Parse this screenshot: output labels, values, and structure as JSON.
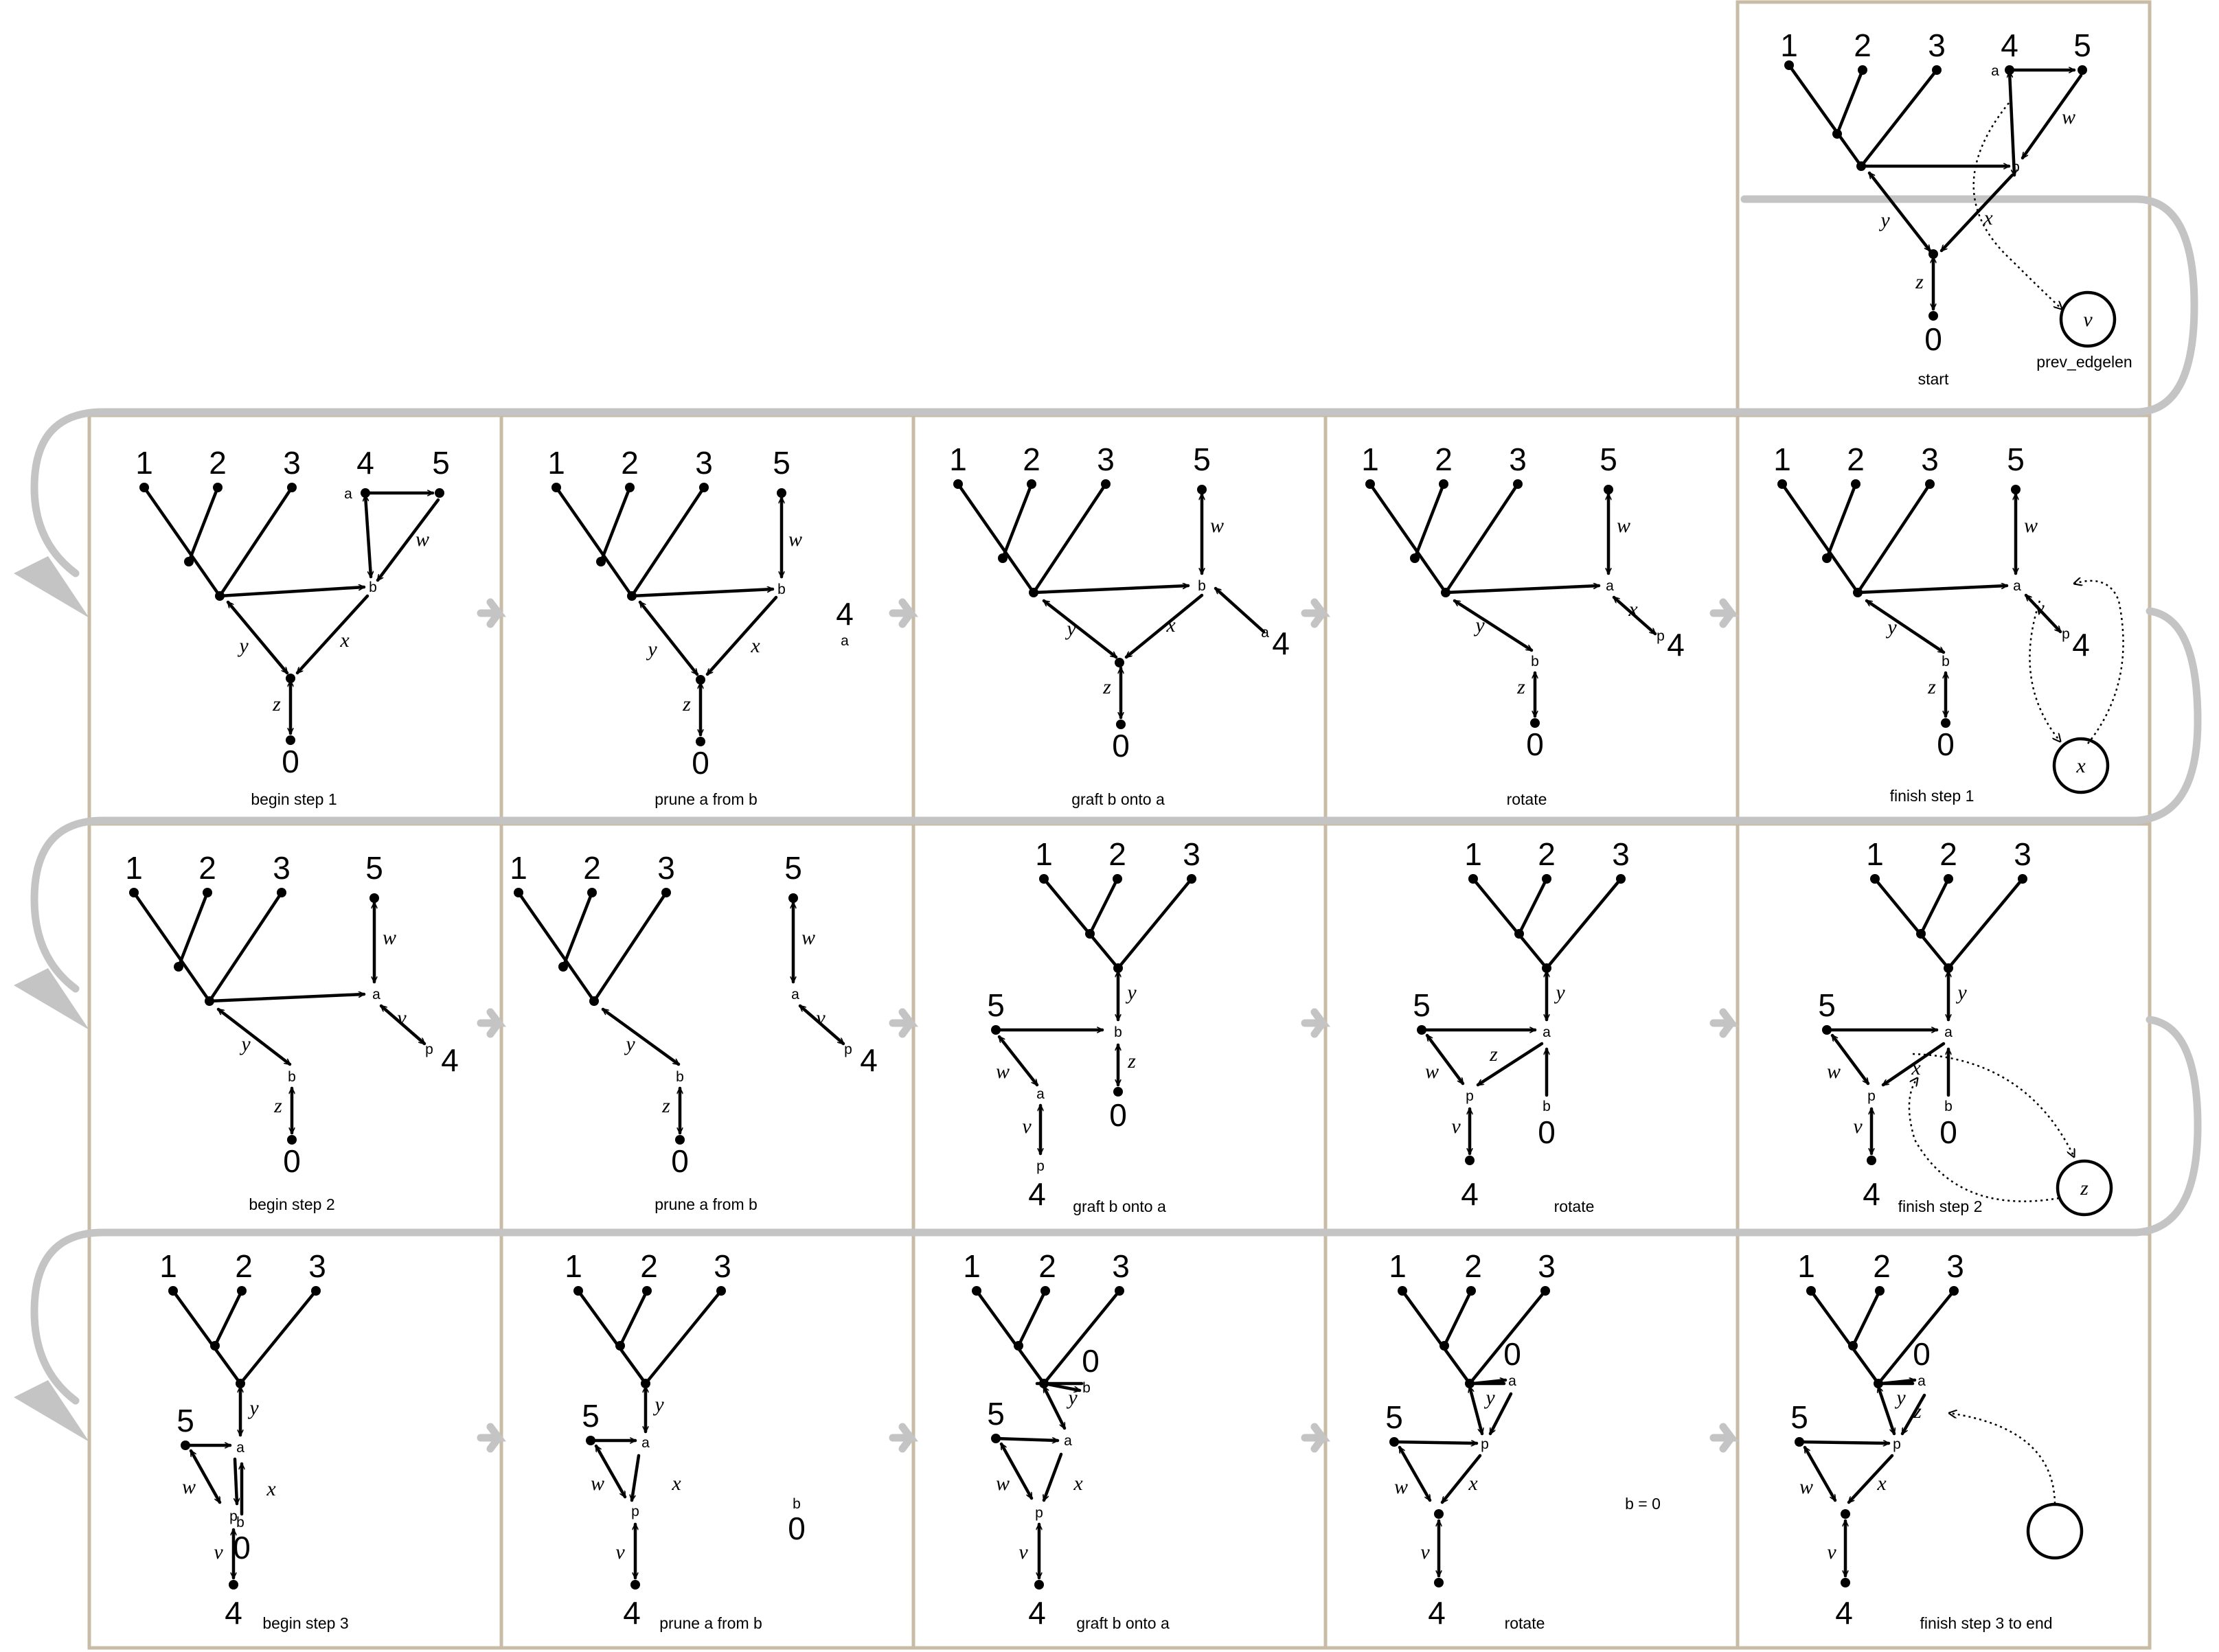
{
  "title": "",
  "nodes": {
    "leaves": [
      "1",
      "2",
      "3",
      "4",
      "5",
      "0"
    ],
    "handles": {
      "a": "a",
      "b": "b",
      "p": "p"
    },
    "edges": {
      "v": "v",
      "w": "w",
      "x": "x",
      "y": "y",
      "z": "z"
    },
    "assign_note": "b = 0",
    "register_label": "prev_edgelen"
  },
  "panels": [
    {
      "id": "start",
      "caption": "start"
    },
    {
      "id": "r1c1",
      "caption": "begin step 1"
    },
    {
      "id": "r1c2",
      "caption": "prune a from b"
    },
    {
      "id": "r1c3",
      "caption": "graft b onto a"
    },
    {
      "id": "r1c4",
      "caption": "rotate"
    },
    {
      "id": "r1c5",
      "caption": "finish step 1"
    },
    {
      "id": "r2c1",
      "caption": "begin step 2"
    },
    {
      "id": "r2c2",
      "caption": "prune a from b"
    },
    {
      "id": "r2c3",
      "caption": "graft b onto a"
    },
    {
      "id": "r2c4",
      "caption": "rotate"
    },
    {
      "id": "r2c5",
      "caption": "finish step 2"
    },
    {
      "id": "r3c1",
      "caption": "begin step 3"
    },
    {
      "id": "r3c2",
      "caption": "prune a from b"
    },
    {
      "id": "r3c3",
      "caption": "graft b onto a"
    },
    {
      "id": "r3c4",
      "caption": "rotate"
    },
    {
      "id": "r3c5",
      "caption": "finish step 3 to end"
    }
  ],
  "colors": {
    "frame": "#c9bca6",
    "flow_arrow": "#c4c4c4",
    "ink": "#000000"
  }
}
